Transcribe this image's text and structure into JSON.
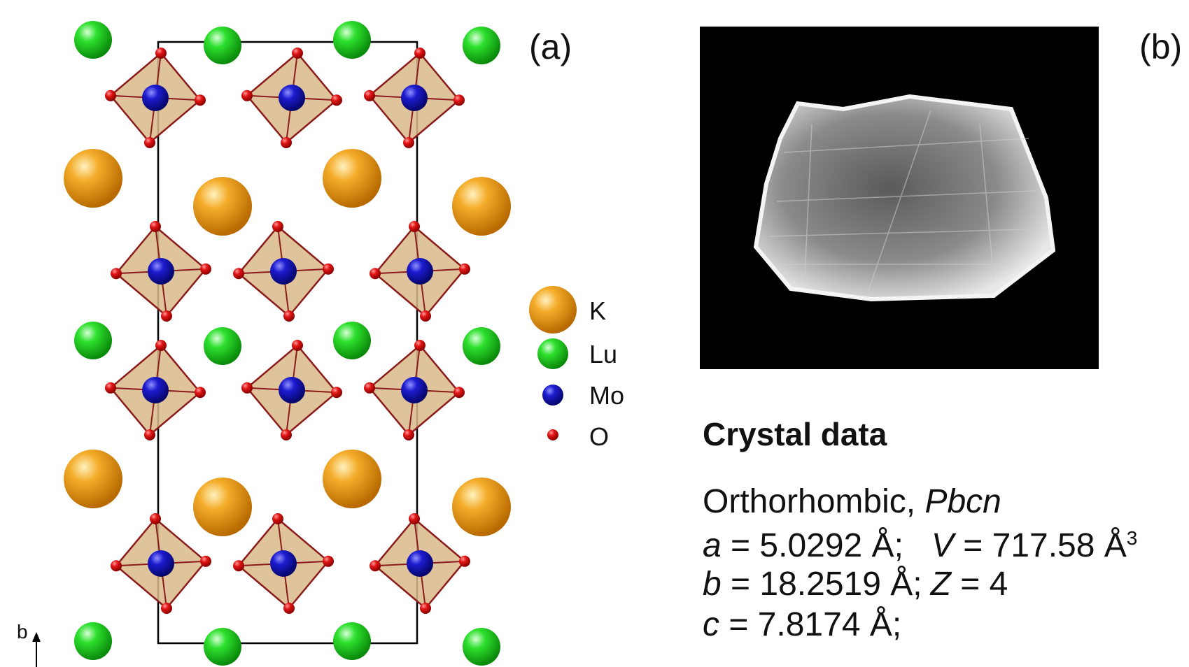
{
  "panel_labels": {
    "a": "(a)",
    "b": "(b)"
  },
  "legend": [
    {
      "label": "K",
      "color": "#f0a020"
    },
    {
      "label": "Lu",
      "color": "#22cc22"
    },
    {
      "label": "Mo",
      "color": "#1a1acc"
    },
    {
      "label": "O",
      "color": "#dd1111"
    }
  ],
  "axis_label": "b",
  "crystal_data": {
    "heading": "Crystal data",
    "system": "Orthorhombic, ",
    "space_group": "Pbcn",
    "a_sym": "a",
    "a_val": " = 5.0292 Å;",
    "V_sym": "V",
    "V_val": " = 717.58 Å",
    "V_exp": "3",
    "b_sym": "b",
    "b_val": " = 18.2519 Å;",
    "Z_sym": "Z",
    "Z_val": " = 4",
    "c_sym": "c",
    "c_val": " = 7.8174 Å;"
  },
  "colors": {
    "K": "#f0a020",
    "Lu": "#22cc22",
    "Mo": "#1a1acc",
    "O": "#dd1111",
    "octahedron_fill": "#d9b98a",
    "octahedron_edge": "#8b1a1a",
    "cell_line": "#000000"
  }
}
